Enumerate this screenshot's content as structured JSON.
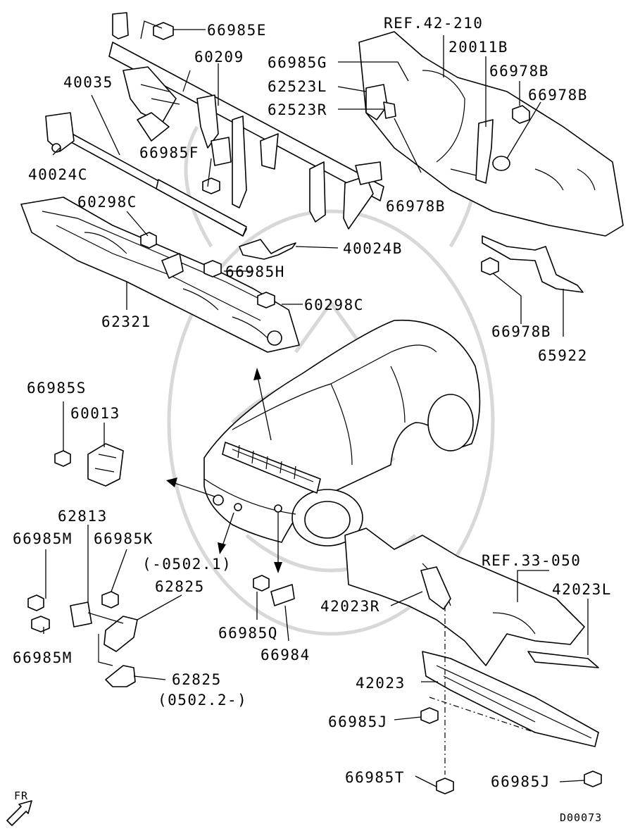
{
  "diagram": {
    "code": "D00073",
    "direction_label": "FR",
    "labels": {
      "p66985E": "66985E",
      "ref42": "REF.42-210",
      "p60209": "60209",
      "p20011B": "20011B",
      "p66985G": "66985G",
      "p66978B_a": "66978B",
      "p40035": "40035",
      "p62523L": "62523L",
      "p66978B_b": "66978B",
      "p62523R": "62523R",
      "p66985F": "66985F",
      "p40024C": "40024C",
      "p60298C_a": "60298C",
      "p66978B_c": "66978B",
      "p40024B": "40024B",
      "p66985H": "66985H",
      "p60298C_b": "60298C",
      "p62321": "62321",
      "p66978B_d": "66978B",
      "p65922": "65922",
      "p66985S": "66985S",
      "p60013": "60013",
      "p62813": "62813",
      "p66985M_a": "66985M",
      "p66985K": "66985K",
      "date_a": "(-0502.1)",
      "ref33": "REF.33-050",
      "p62825_a": "62825",
      "p42023L": "42023L",
      "p42023R": "42023R",
      "p66985Q": "66985Q",
      "p66984": "66984",
      "p66985M_b": "66985M",
      "p62825_b": "62825",
      "date_b": "(0502.2-)",
      "p42023": "42023",
      "p66985J_a": "66985J",
      "p66985T": "66985T",
      "p66985J_b": "66985J"
    }
  }
}
